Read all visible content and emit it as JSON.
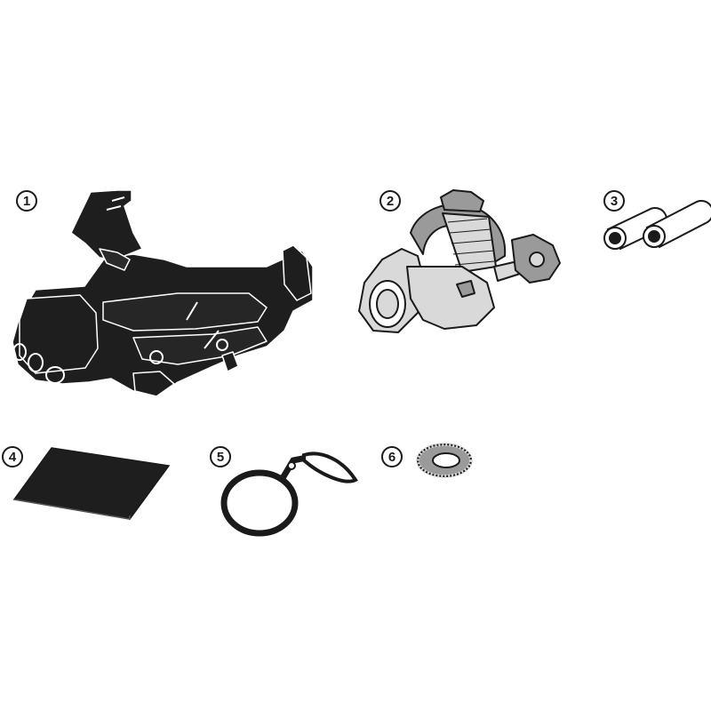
{
  "parts": [
    {
      "number": "1",
      "icon": "phone-cradle-holder-icon"
    },
    {
      "number": "2",
      "icon": "handlebar-clamp-mount-icon"
    },
    {
      "number": "3",
      "icon": "rubber-tube-spacers-icon"
    },
    {
      "number": "4",
      "icon": "adhesive-pad-icon"
    },
    {
      "number": "5",
      "icon": "safety-tether-ring-icon"
    },
    {
      "number": "6",
      "icon": "washer-icon"
    }
  ],
  "colors": {
    "ink": "#1a1a1a",
    "fill_dark": "#1e1e1e",
    "fill_mid": "#9a9a9a",
    "fill_light": "#d9d9d9",
    "background": "#ffffff"
  }
}
